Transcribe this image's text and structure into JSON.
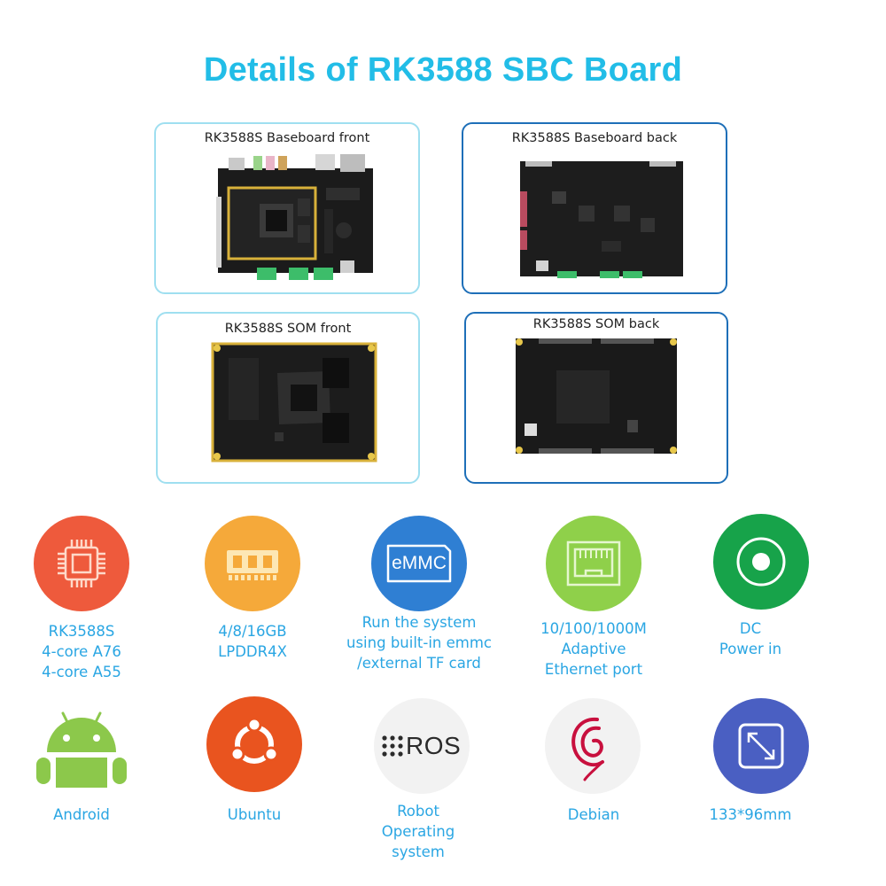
{
  "title": "Details of RK3588 SBC Board",
  "colors": {
    "title": "#22bde7",
    "feature_text": "#2aa6e3",
    "card_border_cyan": "#9fdff0",
    "card_border_blue": "#1e6fb8"
  },
  "photos": [
    {
      "caption": "RK3588S Baseboard front"
    },
    {
      "caption": "RK3588S Baseboard back"
    },
    {
      "caption": "RK3588S SOM front"
    },
    {
      "caption": "RK3588S SOM back"
    }
  ],
  "features": [
    {
      "icon": "cpu-icon",
      "color": "#ee5a3c",
      "lines": [
        "RK3588S",
        "4-core A76",
        "4-core A55"
      ]
    },
    {
      "icon": "memory-icon",
      "color": "#f5a93a",
      "lines": [
        "4/8/16GB",
        "LPDDR4X"
      ]
    },
    {
      "icon": "emmc-icon",
      "color": "#2f7fd3",
      "label": "eMMC",
      "lines": [
        "Run the system",
        "using built-in emmc",
        "/external TF card"
      ]
    },
    {
      "icon": "ethernet-port-icon",
      "color": "#8fd04a",
      "lines": [
        "10/100/1000M",
        "Adaptive",
        "Ethernet port"
      ]
    },
    {
      "icon": "dc-power-icon",
      "color": "#17a34a",
      "lines": [
        "DC",
        "Power in"
      ]
    },
    {
      "icon": "android-icon",
      "color": "#8cc84b",
      "lines": [
        "Android"
      ]
    },
    {
      "icon": "ubuntu-icon",
      "color": "#e9541f",
      "lines": [
        "Ubuntu"
      ]
    },
    {
      "icon": "ros-icon",
      "color": "#f2f2f2",
      "label": "ROS",
      "lines": [
        "Robot",
        "Operating",
        "system"
      ]
    },
    {
      "icon": "debian-icon",
      "color": "#f2f2f2",
      "lines": [
        "Debian"
      ]
    },
    {
      "icon": "dimensions-icon",
      "color": "#4a5fc2",
      "lines": [
        "133*96mm"
      ]
    }
  ]
}
